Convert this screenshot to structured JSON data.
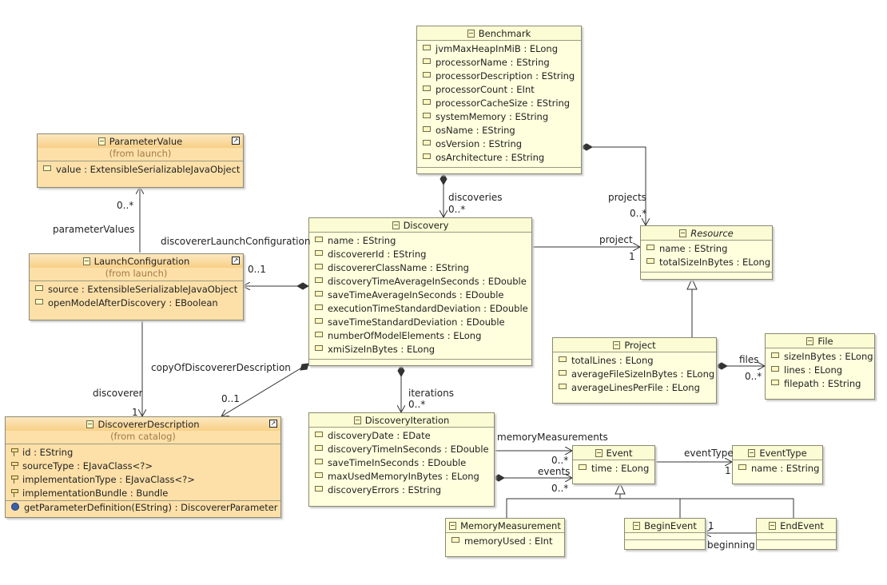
{
  "classes": {
    "benchmark": {
      "name": "Benchmark",
      "attributes": [
        "jvmMaxHeapInMiB : ELong",
        "processorName : EString",
        "processorDescription : EString",
        "processorCount : EInt",
        "processorCacheSize : EString",
        "systemMemory : EString",
        "osName : EString",
        "osVersion : EString",
        "osArchitecture : EString"
      ]
    },
    "parameter_value": {
      "name": "ParameterValue",
      "from": "(from launch)",
      "attributes": [
        "value : ExtensibleSerializableJavaObject"
      ]
    },
    "launch_configuration": {
      "name": "LaunchConfiguration",
      "from": "(from launch)",
      "attributes": [
        "source : ExtensibleSerializableJavaObject",
        "openModelAfterDiscovery : EBoolean"
      ]
    },
    "discovery": {
      "name": "Discovery",
      "attributes": [
        "name : EString",
        "discovererId : EString",
        "discovererClassName : EString",
        "discoveryTimeAverageInSeconds : EDouble",
        "saveTimeAverageInSeconds : EDouble",
        "executionTimeStandardDeviation : EDouble",
        "saveTimeStandardDeviation : EDouble",
        "numberOfModelElements : ELong",
        "xmiSizeInBytes : ELong"
      ]
    },
    "resource": {
      "name": "Resource",
      "attributes": [
        "name : EString",
        "totalSizeInBytes : ELong"
      ]
    },
    "project": {
      "name": "Project",
      "attributes": [
        "totalLines : ELong",
        "averageFileSizeInBytes : ELong",
        "averageLinesPerFile : ELong"
      ]
    },
    "file": {
      "name": "File",
      "attributes": [
        "sizeInBytes : ELong",
        "lines : ELong",
        "filepath : EString"
      ]
    },
    "discoverer_description": {
      "name": "DiscovererDescription",
      "from": "(from catalog)",
      "attributes": [
        "id : EString",
        "sourceType : EJavaClass<?>",
        "implementationType : EJavaClass<?>",
        "implementationBundle : Bundle"
      ],
      "operations": [
        "getParameterDefinition(EString) : DiscovererParameter"
      ]
    },
    "discovery_iteration": {
      "name": "DiscoveryIteration",
      "attributes": [
        "discoveryDate : EDate",
        "discoveryTimeInSeconds : EDouble",
        "saveTimeInSeconds : EDouble",
        "maxUsedMemoryInBytes : ELong",
        "discoveryErrors : EString"
      ]
    },
    "event": {
      "name": "Event",
      "attributes": [
        "time : ELong"
      ]
    },
    "event_type": {
      "name": "EventType",
      "attributes": [
        "name : EString"
      ]
    },
    "memory_measurement": {
      "name": "MemoryMeasurement",
      "attributes": [
        "memoryUsed : EInt"
      ]
    },
    "begin_event": {
      "name": "BeginEvent",
      "attributes": []
    },
    "end_event": {
      "name": "EndEvent",
      "attributes": []
    }
  },
  "labels": {
    "discoveries": "discoveries",
    "discoveries_mult": "0..*",
    "projects": "projects",
    "projects_mult": "0..*",
    "project": "project",
    "project_mult": "1",
    "parameter_values_mult": "0..*",
    "parameter_values": "parameterValues",
    "discoverer_launch_configuration": "discovererLaunchConfiguration",
    "launch_mult": "0..1",
    "copy_of_discoverer_description": "copyOfDiscovererDescription",
    "copy_mult": "0..1",
    "discoverer": "discoverer",
    "discoverer_mult": "1",
    "iterations": "iterations",
    "iterations_mult": "0..*",
    "files": "files",
    "files_mult": "0..*",
    "memory_measurements": "memoryMeasurements",
    "memory_mult": "0..*",
    "events": "events",
    "events_mult": "0..*",
    "event_type": "eventType",
    "event_type_mult": "1",
    "beginning": "beginning",
    "beginning_mult": "1"
  }
}
